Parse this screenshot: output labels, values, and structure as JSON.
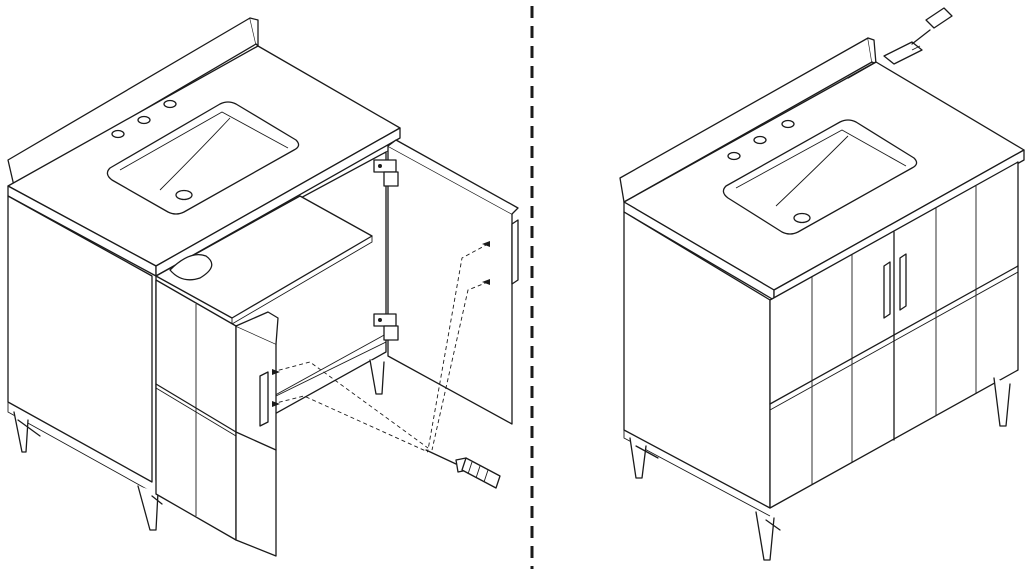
{
  "figure": {
    "panels": [
      {
        "name": "step-attach-doors",
        "tool": "screwdriver-icon"
      },
      {
        "name": "step-apply-sealant",
        "tool": "caulk-gun-icon"
      }
    ],
    "divider": "dashed-vertical",
    "colors": {
      "line": "#1a1a1a",
      "background": "#ffffff"
    }
  }
}
